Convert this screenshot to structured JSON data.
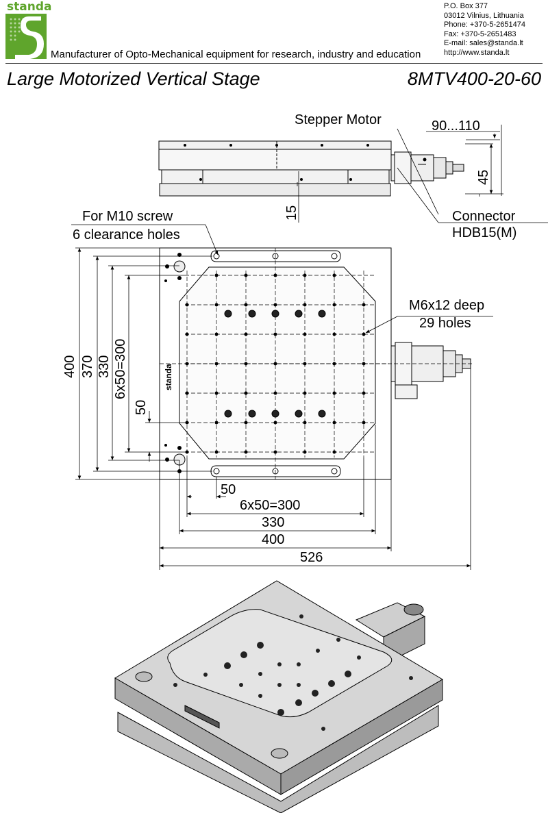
{
  "header": {
    "brand": "standa",
    "tagline": "Manufacturer of Opto-Mechanical equipment for research, industry and education",
    "address": [
      "P.O. Box 377",
      "03012 Vilnius, Lithuania",
      "Phone: +370-5-2651474",
      "Fax: +370-5-2651483",
      "E-mail: sales@standa.lt",
      "http://www.standa.lt"
    ]
  },
  "title": "Large Motorized Vertical Stage",
  "model": "8MTV400-20-60",
  "side_view": {
    "motor_label": "Stepper Motor",
    "dim_motor_length": "90...110",
    "dim_height": "45",
    "dim_plate": "15",
    "connector_label": "Connector",
    "connector_type": "HDB15(M)"
  },
  "top_view": {
    "screw_label_1": "For M10 screw",
    "screw_label_2": "6 clearance holes",
    "holes_label_1": "M6x12 deep",
    "holes_label_2": "29 holes",
    "logo_text": "standa",
    "dim_v_400": "400",
    "dim_v_370": "370",
    "dim_v_330": "330",
    "dim_v_pitch": "6x50=300",
    "dim_v_50": "50",
    "dim_h_50": "50",
    "dim_h_pitch": "6x50=300",
    "dim_h_330": "330",
    "dim_h_400": "400",
    "dim_h_526": "526"
  }
}
